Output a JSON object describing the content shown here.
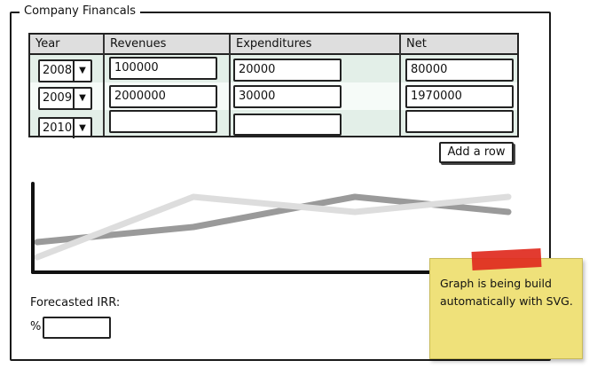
{
  "panel": {
    "title": "Company Financals"
  },
  "table": {
    "headers": [
      "Year",
      "Revenues",
      "Expenditures",
      "Net"
    ],
    "rows": [
      {
        "year": "2008",
        "revenues": "100000",
        "expenditures": "20000",
        "net": "80000"
      },
      {
        "year": "2009",
        "revenues": "2000000",
        "expenditures": "30000",
        "net": "1970000"
      },
      {
        "year": "2010",
        "revenues": "",
        "expenditures": "",
        "net": ""
      }
    ]
  },
  "add_row_label": "Add a row",
  "chart_data": {
    "type": "line",
    "x": [
      0,
      1,
      2,
      3
    ],
    "series": [
      {
        "values": [
          2,
          3,
          5,
          4
        ]
      },
      {
        "values": [
          1,
          5,
          4,
          5
        ]
      }
    ],
    "colors": [
      "#9a9a9a",
      "#dddddd"
    ],
    "ylim": [
      0,
      6
    ],
    "grid": false
  },
  "irr": {
    "label": "Forecasted IRR:",
    "unit": "%",
    "value": ""
  },
  "note": {
    "text": "Graph is being build automatically with SVG."
  }
}
